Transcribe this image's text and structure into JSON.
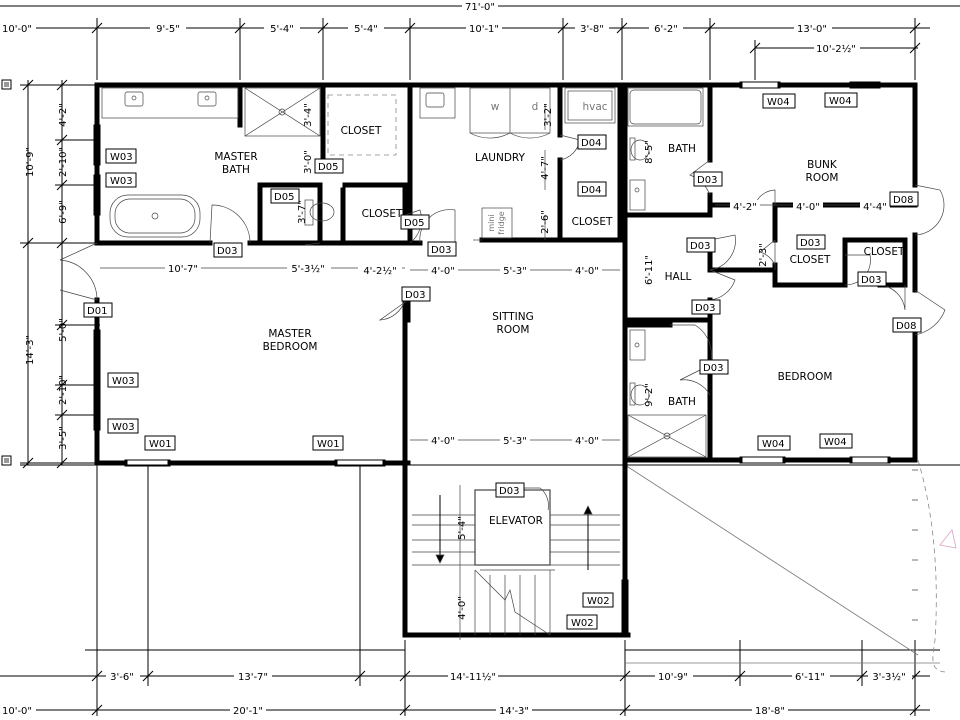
{
  "overall": "71'-0\"",
  "top_dims": [
    "10'-0\"",
    "9'-5\"",
    "5'-4\"",
    "5'-4\"",
    "10'-1\"",
    "3'-8\"",
    "6'-2\"",
    "13'-0\""
  ],
  "top_sub_dim": "10'-2½\"",
  "bottom_dims_row1": [
    "3'-6\"",
    "13'-7\"",
    "14'-11½\"",
    "10'-9\"",
    "6'-11\"",
    "3'-3½\""
  ],
  "bottom_dims_row2": [
    "10'-0\"",
    "20'-1\"",
    "14'-3\"",
    "18'-8\""
  ],
  "left_dims": [
    "10'-9\"",
    "14'-3\""
  ],
  "left_sub_dims": [
    "4'-2\"",
    "2'-10\"",
    "6'-9\"",
    "5'-0\"",
    "2'-10\"",
    "3'-5\""
  ],
  "interior_dims": {
    "mb_bottom_a": "10'-7\"",
    "mb_bottom_b": "5'-3½\"",
    "mb_bottom_c": "4'-2½\"",
    "sit_top": [
      "4'-0\"",
      "5'-3\"",
      "4'-0\""
    ],
    "sit_bottom": [
      "4'-0\"",
      "5'-3\"",
      "4'-0\""
    ],
    "bunk_mid": [
      "4'-2\"",
      "4'-0\"",
      "4'-4\""
    ],
    "vert": [
      "3'-4\"",
      "3'-0\"",
      "3'-7\"",
      "3'-2\"",
      "4'-7\"",
      "2'-6\"",
      "8'-5\"",
      "6'-11\"",
      "2'-3\"",
      "9'-2\"",
      "5'-4\"",
      "4'-0\""
    ]
  },
  "rooms": {
    "master_bath": [
      "MASTER",
      "BATH"
    ],
    "closet_mb": "CLOSET",
    "closet_toilet": "CLOSET",
    "laundry": "LAUNDRY",
    "hvac": "hvac",
    "washer": "w",
    "dryer": "d",
    "mini_fridge": [
      "mini",
      "fridge"
    ],
    "closet_laundry": "CLOSET",
    "bath_top": "BATH",
    "bunk_room": [
      "BUNK",
      "ROOM"
    ],
    "hall": "HALL",
    "closet_bunk_a": "CLOSET",
    "closet_bunk_b": "CLOSET",
    "master_bedroom": [
      "MASTER",
      "BEDROOM"
    ],
    "sitting_room": [
      "SITTING",
      "ROOM"
    ],
    "bedroom": "BEDROOM",
    "bath_bottom": "BATH",
    "elevator": "ELEVATOR"
  },
  "tags": {
    "w03_a": "W03",
    "w03_b": "W03",
    "w03_c": "W03",
    "w03_d": "W03",
    "w01_a": "W01",
    "w01_b": "W01",
    "w02_a": "W02",
    "w02_b": "W02",
    "w04_a": "W04",
    "w04_b": "W04",
    "w04_c": "W04",
    "w04_d": "W04",
    "d01": "D01",
    "d03_mb": "D03",
    "d03_lau": "D03",
    "d03_sit": "D03",
    "d03_bath": "D03",
    "d03_hall_top": "D03",
    "d03_hall_bot": "D03",
    "d03_bed": "D03",
    "d03_clo_a": "D03",
    "d03_clo_b": "D03",
    "d03_elev": "D03",
    "d04_a": "D04",
    "d04_b": "D04",
    "d05_a": "D05",
    "d05_b": "D05",
    "d05_c": "D05",
    "d08_a": "D08",
    "d08_b": "D08"
  }
}
